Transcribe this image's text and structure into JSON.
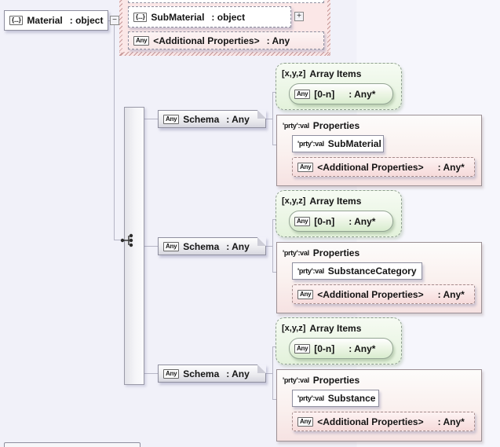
{
  "material": {
    "icon": "{...}",
    "label": "Material",
    "type": ": object"
  },
  "top_group": {
    "submaterial": {
      "icon": "{...}",
      "label": "SubMaterial",
      "type": ": object"
    },
    "additional": {
      "icon": "Any",
      "label": "<Additional Properties>",
      "type": ": Any"
    }
  },
  "toggles": {
    "collapse": "−",
    "expand": "+"
  },
  "groups": [
    {
      "schema": {
        "icon": "Any",
        "label": "Schema",
        "type": ": Any"
      },
      "array_items": {
        "icon": "[x,y,z]",
        "title": "Array Items",
        "item": {
          "icon": "Any",
          "label": "[0-n]",
          "type": ": Any*"
        }
      },
      "properties": {
        "icon": "'prty':val",
        "title": "Properties",
        "property": {
          "icon": "'prty':val",
          "label": "SubMaterial"
        },
        "additional": {
          "icon": "Any",
          "label": "<Additional Properties>",
          "type": ": Any*"
        }
      }
    },
    {
      "schema": {
        "icon": "Any",
        "label": "Schema",
        "type": ": Any"
      },
      "array_items": {
        "icon": "[x,y,z]",
        "title": "Array Items",
        "item": {
          "icon": "Any",
          "label": "[0-n]",
          "type": ": Any*"
        }
      },
      "properties": {
        "icon": "'prty':val",
        "title": "Properties",
        "property": {
          "icon": "'prty':val",
          "label": "SubstanceCategory"
        },
        "additional": {
          "icon": "Any",
          "label": "<Additional Properties>",
          "type": ": Any*"
        }
      }
    },
    {
      "schema": {
        "icon": "Any",
        "label": "Schema",
        "type": ": Any"
      },
      "array_items": {
        "icon": "[x,y,z]",
        "title": "Array Items",
        "item": {
          "icon": "Any",
          "label": "[0-n]",
          "type": ": Any*"
        }
      },
      "properties": {
        "icon": "'prty':val",
        "title": "Properties",
        "property": {
          "icon": "'prty':val",
          "label": "Substance"
        },
        "additional": {
          "icon": "Any",
          "label": "<Additional Properties>",
          "type": ": Any*"
        }
      }
    }
  ],
  "colors": {
    "container_pink": "#fbe7e7",
    "array_green": "#e3f2db",
    "item_green": "#d8ecce",
    "properties_pink": "#f6e2e2",
    "line": "#b6b6c6",
    "background": "#f1f1f9"
  }
}
